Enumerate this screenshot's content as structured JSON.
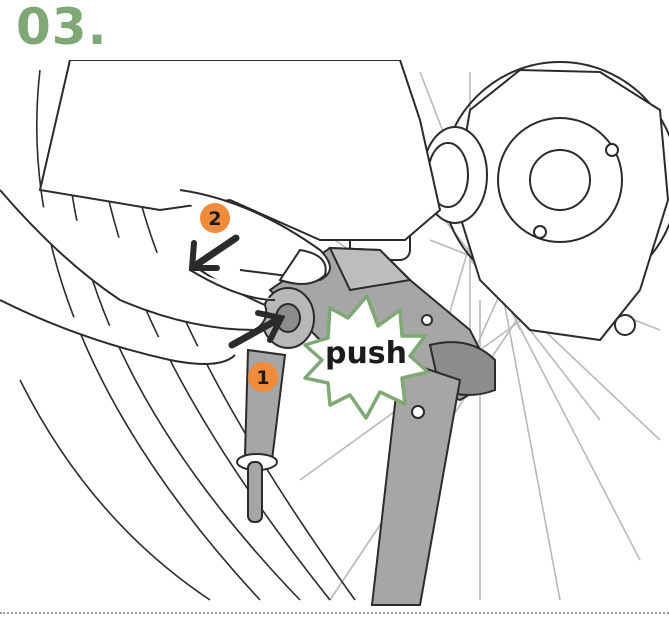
{
  "step": {
    "number": "03."
  },
  "badges": {
    "one": "1",
    "two": "2"
  },
  "burst": {
    "label": "push"
  },
  "colors": {
    "accent_green": "#7fa876",
    "badge_orange": "#ef8b3a",
    "part_gray": "#a6a6a6",
    "part_gray_dark": "#8c8c8c",
    "line": "#2b2b2b",
    "spoke": "#b9b9b9"
  },
  "icons": {
    "arrow_one": "push-arrow-icon",
    "arrow_two": "pull-arrow-icon"
  }
}
